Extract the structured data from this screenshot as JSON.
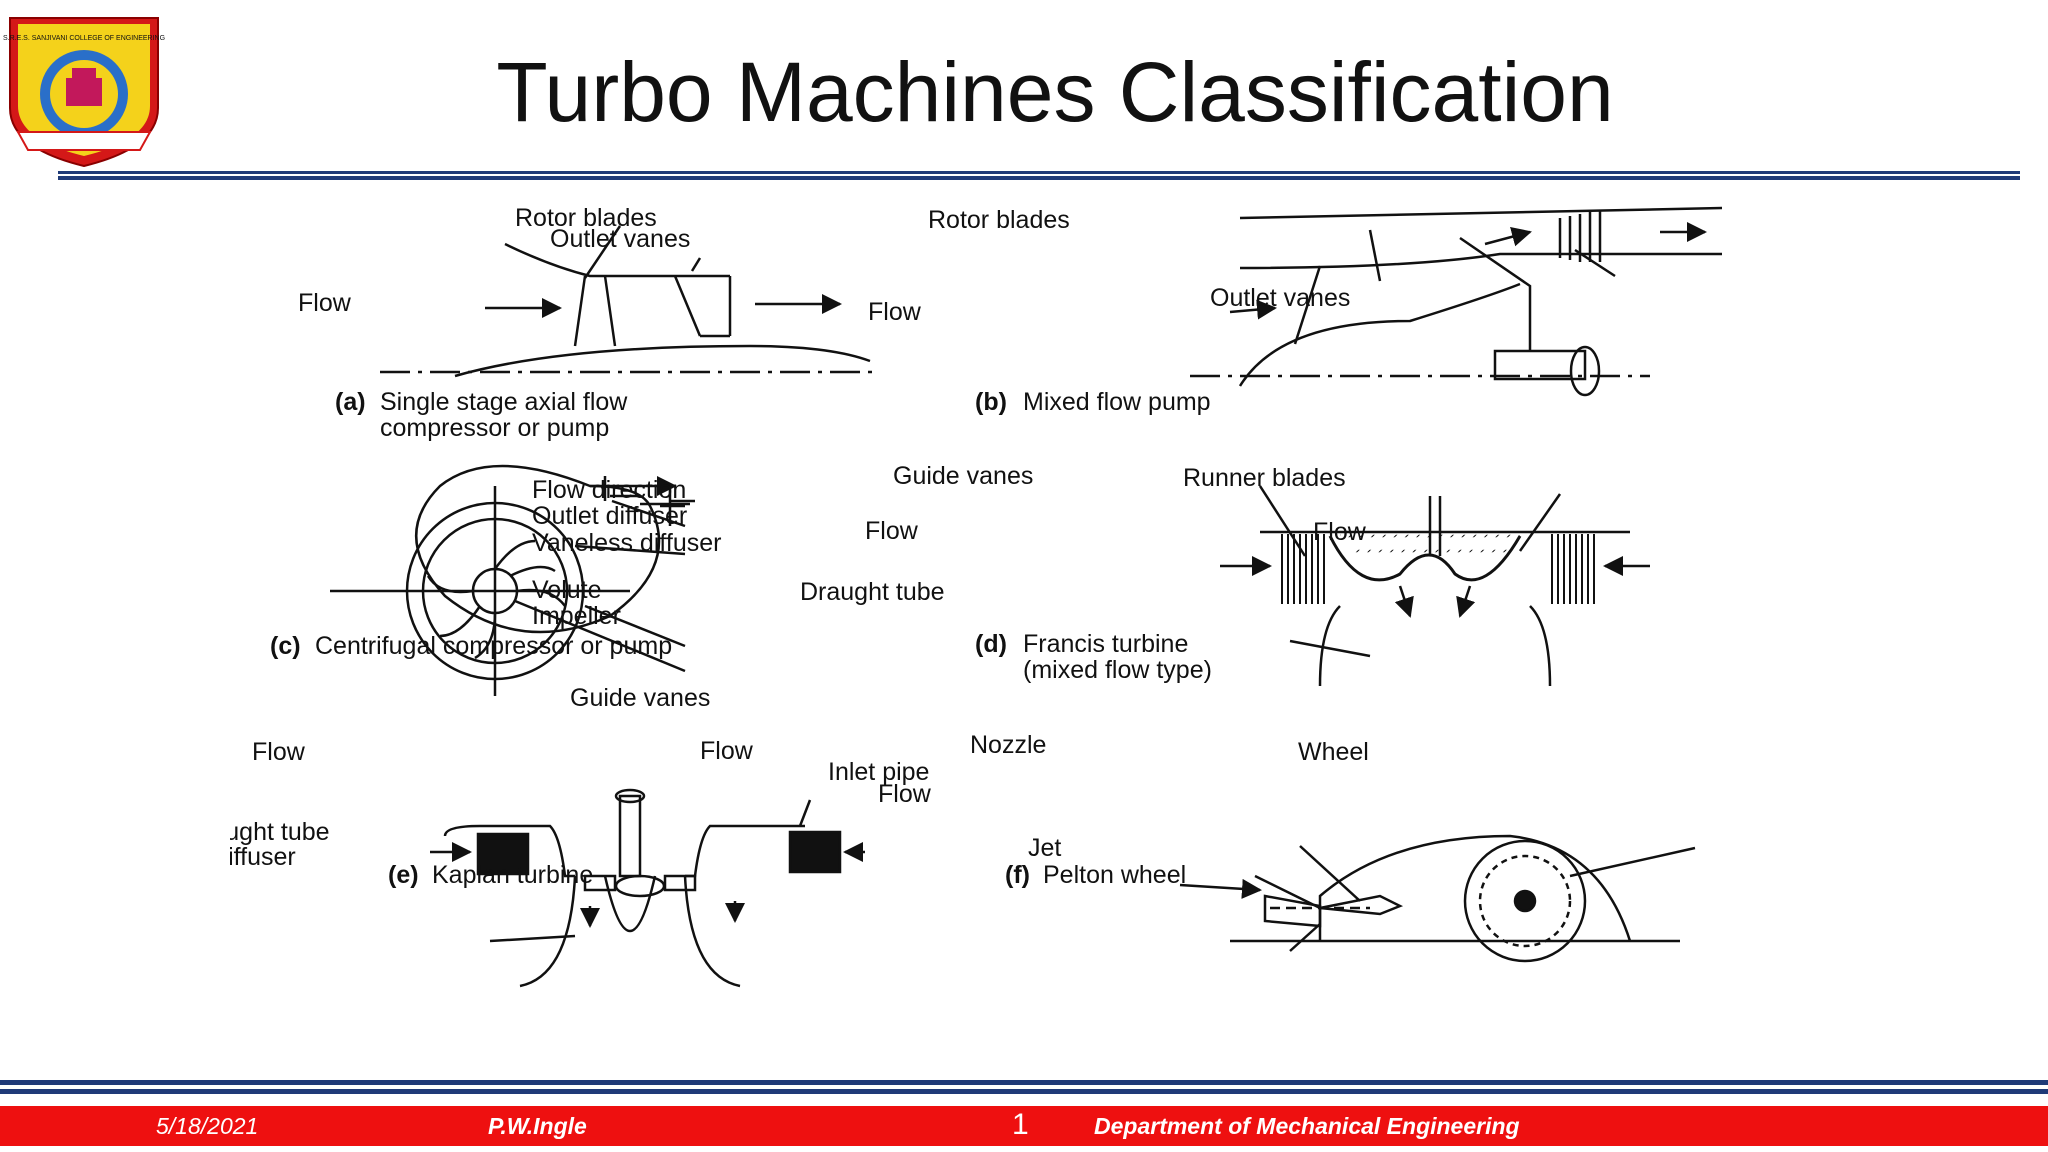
{
  "slide": {
    "title": "Turbo Machines Classification"
  },
  "logo": {
    "icon": "college-emblem-icon",
    "text": "S.R.E.S. SANJIVANI COLLEGE OF ENGINEERING"
  },
  "figure": {
    "a": {
      "rotor": "Rotor blades",
      "outlet": "Outlet vanes",
      "flow": "Flow",
      "cap_tag": "(a)",
      "cap1": "Single stage axial flow",
      "cap2": "compressor or pump"
    },
    "b": {
      "rotor": "Rotor blades",
      "flow": "Flow",
      "outlet": "Outlet vanes",
      "cap_tag": "(b)",
      "cap": "Mixed flow pump"
    },
    "c": {
      "flowdir": "Flow direction",
      "outletdiff": "Outlet diffuser",
      "vaneless": "Vaneless diffuser",
      "volute": "Volute",
      "impeller": "Impeller",
      "cap_tag": "(c)",
      "cap": "Centrifugal compressor or pump"
    },
    "d": {
      "guide": "Guide vanes",
      "runner": "Runner blades",
      "flow_l": "Flow",
      "flow_r": "Flow",
      "draught": "Draught tube",
      "cap_tag": "(d)",
      "cap1": "Francis turbine",
      "cap2": "(mixed flow type)"
    },
    "e": {
      "guide": "Guide vanes",
      "flow_l": "Flow",
      "flow_r": "Flow",
      "draught1": "Draught tube",
      "draught2": "or diffuser",
      "cap_tag": "(e)",
      "cap": "Kaplan turbine"
    },
    "f": {
      "nozzle": "Nozzle",
      "wheel": "Wheel",
      "inlet": "Inlet pipe",
      "flow": "Flow",
      "jet": "Jet",
      "cap_tag": "(f)",
      "cap": "Pelton wheel"
    }
  },
  "footer": {
    "date": "5/18/2021",
    "author": "P.W.Ingle",
    "page": "1",
    "department": "Department of Mechanical Engineering"
  },
  "colors": {
    "rule": "#1f3a78",
    "footer_bg": "#ee1010",
    "footer_text": "#ffffff"
  }
}
